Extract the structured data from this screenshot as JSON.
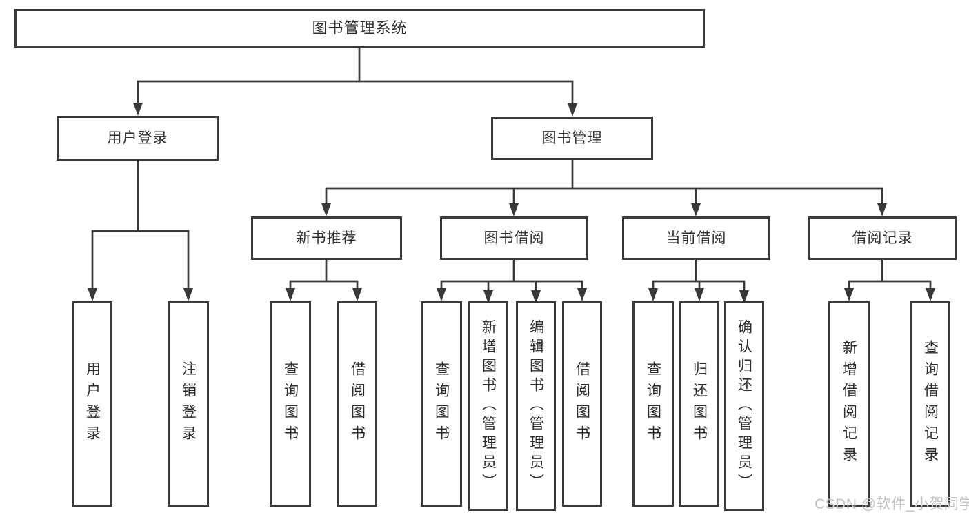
{
  "tree": {
    "root": "图书管理系统",
    "branches": [
      {
        "label": "用户登录",
        "children": [
          "用户登录",
          "注销登录"
        ]
      },
      {
        "label": "图书管理",
        "groups": [
          {
            "label": "新书推荐",
            "children": [
              "查询图书",
              "借阅图书"
            ]
          },
          {
            "label": "图书借阅",
            "children": [
              "查询图书",
              "新增图书（管理员）",
              "编辑图书（管理员）",
              "借阅图书"
            ]
          },
          {
            "label": "当前借阅",
            "children": [
              "查询图书",
              "归还图书",
              "确认归还（管理员）"
            ]
          },
          {
            "label": "借阅记录",
            "children": [
              "新增借阅记录",
              "查询借阅记录"
            ]
          }
        ]
      }
    ]
  },
  "watermark": {
    "text": "CSDN @软件_小贺同学"
  },
  "colors": {
    "line": "#383838",
    "border": "#3a3a3a",
    "text": "#2e2e2e",
    "watermark": "#c2c2c2",
    "background": "#ffffff"
  }
}
